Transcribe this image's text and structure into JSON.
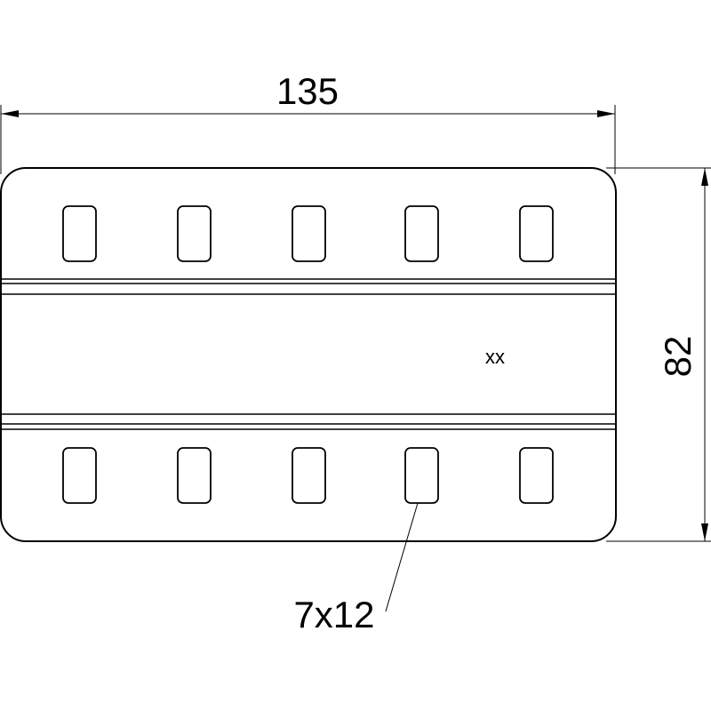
{
  "drawing": {
    "dimension_width": "135",
    "dimension_height": "82",
    "slot_callout": "7x12",
    "marking": "xx"
  }
}
